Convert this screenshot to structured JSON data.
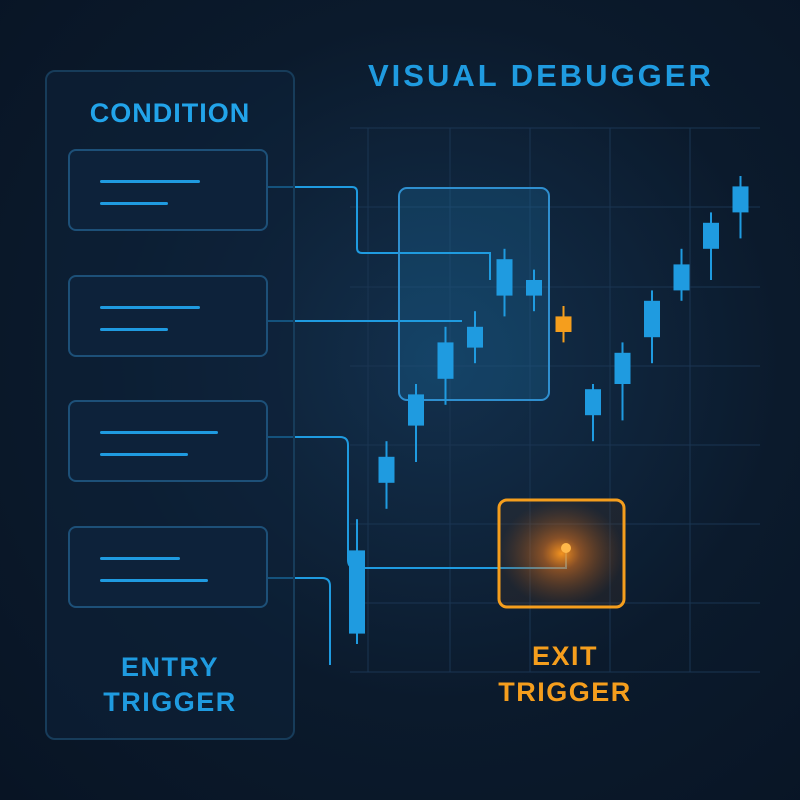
{
  "header": {
    "title": "VISUAL DEBUGGER"
  },
  "sidebar": {
    "heading": "CONDITION",
    "cards": [
      {
        "name": "condition-card-1"
      },
      {
        "name": "condition-card-2"
      },
      {
        "name": "condition-card-3"
      },
      {
        "name": "condition-card-4"
      }
    ],
    "footer_line1": "ENTRY",
    "footer_line2": "TRIGGER"
  },
  "exit": {
    "line1": "EXIT",
    "line2": "TRIGGER"
  },
  "colors": {
    "background": "#0b1a2c",
    "accent_blue": "#1f9be0",
    "accent_orange": "#f59e1d",
    "grid": "#1a3552",
    "panel_border": "#173c5a"
  },
  "chart_data": {
    "type": "candlestick",
    "candles": [
      {
        "o": 2.8,
        "h": 1.0,
        "l": 3.4,
        "c": 1.2,
        "color": "blue"
      },
      {
        "o": 4.1,
        "h": 3.6,
        "l": 4.9,
        "c": 4.6,
        "color": "blue"
      },
      {
        "o": 5.2,
        "h": 4.5,
        "l": 6.0,
        "c": 5.8,
        "color": "blue"
      },
      {
        "o": 6.1,
        "h": 5.6,
        "l": 7.1,
        "c": 6.8,
        "color": "blue"
      },
      {
        "o": 6.7,
        "h": 6.4,
        "l": 7.4,
        "c": 7.1,
        "color": "blue"
      },
      {
        "o": 7.7,
        "h": 7.3,
        "l": 8.6,
        "c": 8.4,
        "color": "blue"
      },
      {
        "o": 7.7,
        "h": 7.4,
        "l": 8.2,
        "c": 8.0,
        "color": "blue"
      },
      {
        "o": 7.0,
        "h": 6.8,
        "l": 7.5,
        "c": 7.3,
        "color": "orange"
      },
      {
        "o": 5.4,
        "h": 4.9,
        "l": 6.0,
        "c": 5.9,
        "color": "blue"
      },
      {
        "o": 6.0,
        "h": 5.3,
        "l": 6.8,
        "c": 6.6,
        "color": "blue"
      },
      {
        "o": 6.9,
        "h": 6.4,
        "l": 7.8,
        "c": 7.6,
        "color": "blue"
      },
      {
        "o": 7.8,
        "h": 7.6,
        "l": 8.6,
        "c": 8.3,
        "color": "blue"
      },
      {
        "o": 8.6,
        "h": 8.0,
        "l": 9.3,
        "c": 9.1,
        "color": "blue"
      },
      {
        "o": 9.3,
        "h": 8.8,
        "l": 10.0,
        "c": 9.8,
        "color": "blue"
      }
    ]
  }
}
